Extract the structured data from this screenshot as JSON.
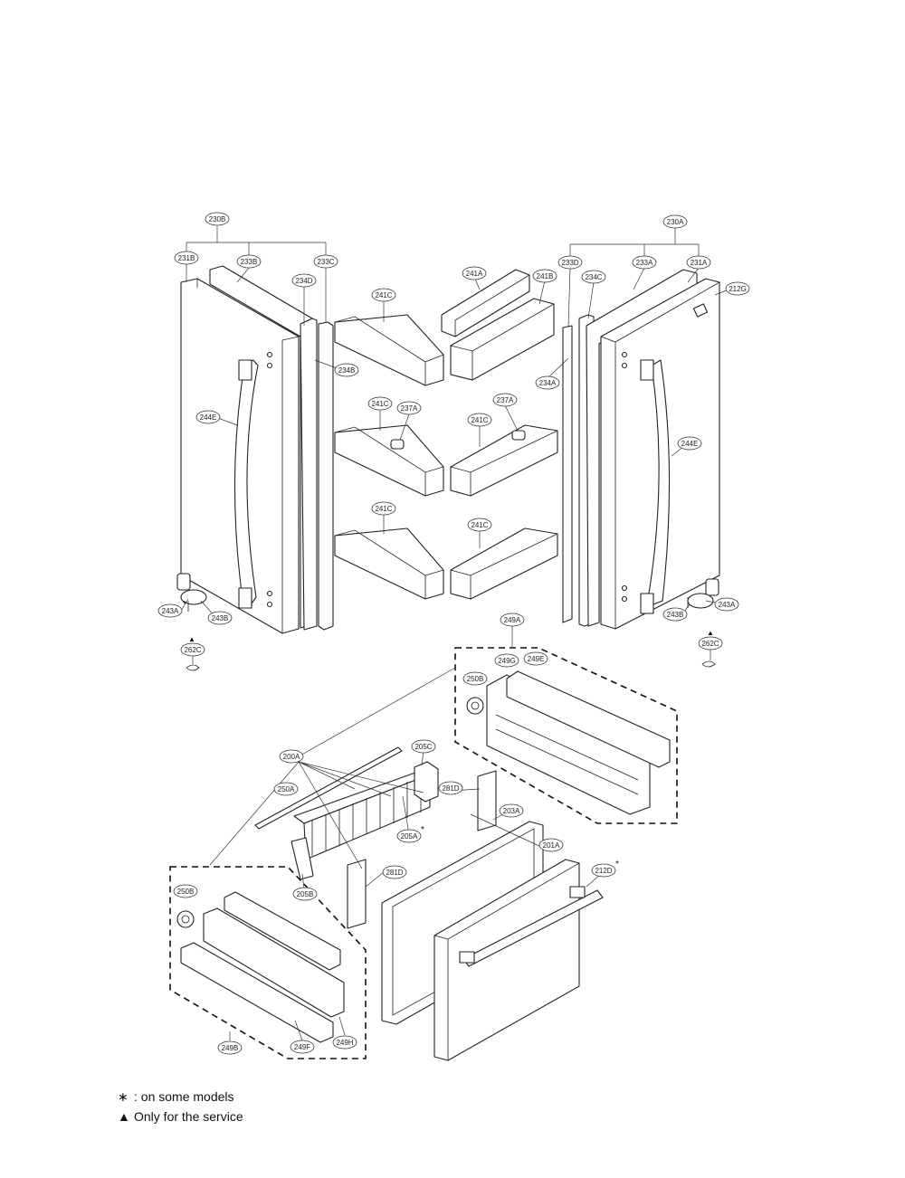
{
  "legend": {
    "star_symbol": "∗",
    "star_text": ": on some models",
    "triangle_symbol": "▲",
    "triangle_text": "Only for the service"
  },
  "labels": {
    "l230B": "230B",
    "l230A": "230A",
    "l231B": "231B",
    "l233B": "233B",
    "l233C": "233C",
    "l234D": "234D",
    "l234B": "234B",
    "l241A": "241A",
    "l241B": "241B",
    "l233D": "233D",
    "l233A": "233A",
    "l231A": "231A",
    "l234C": "234C",
    "l212G": "212G",
    "l241C_1": "241C",
    "l234A": "234A",
    "l244E_L": "244E",
    "l241C_2": "241C",
    "l237A_L": "237A",
    "l237A_R": "237A",
    "l241C_3": "241C",
    "l244E_R": "244E",
    "l241C_4": "241C",
    "l241C_5": "241C",
    "l243A_L": "243A",
    "l243B_L": "243B",
    "l243A_R": "243A",
    "l243B_R": "243B",
    "l249A": "249A",
    "l262C_L": "262C",
    "l262C_R": "262C",
    "l249G": "249G",
    "l249E": "249E",
    "l250B_R": "250B",
    "l205C": "205C",
    "l200A": "200A",
    "l281D_1": "281D",
    "l250A": "250A",
    "l203A": "203A",
    "l205A": "205A",
    "l201A": "201A",
    "l212D": "212D",
    "l281D_2": "281D",
    "l250B_L": "250B",
    "l205B": "205B",
    "l249B": "249B",
    "l249F": "249F",
    "l249H": "249H"
  },
  "marks": {
    "star": "*",
    "triangle": "▲"
  }
}
